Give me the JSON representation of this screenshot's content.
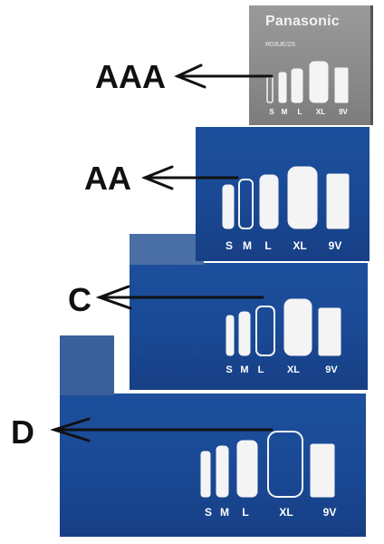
{
  "labels": {
    "aaa": "AAA",
    "aa": "AA",
    "c": "C",
    "d": "D"
  },
  "box_aaa": {
    "brand": "Panasonic",
    "model": "R03UE/2S",
    "sizes": [
      "S",
      "M",
      "L",
      "XL",
      "9V"
    ]
  },
  "box_aa": {
    "sizes": [
      "S",
      "M",
      "L",
      "XL",
      "9V"
    ]
  },
  "box_c": {
    "sizes": [
      "S",
      "M",
      "L",
      "XL",
      "9V"
    ]
  },
  "box_d": {
    "sizes": [
      "S",
      "M",
      "L",
      "XL",
      "9V"
    ]
  },
  "colors": {
    "box_blue": "#1a4a96",
    "box_grey": "#8c8c8c",
    "battery": "#f4f4f4"
  }
}
